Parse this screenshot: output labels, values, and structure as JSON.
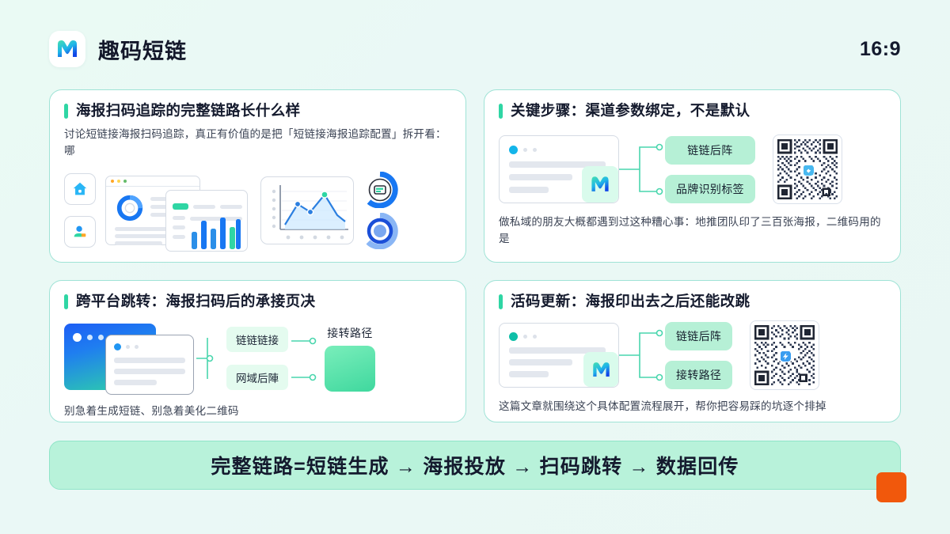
{
  "header": {
    "brand": "趣码短链",
    "ratio": "16:9",
    "logo_icon": "m-logo-icon"
  },
  "cards": [
    {
      "id": "card-link-path",
      "title": "海报扫码追踪的完整链路长什么样",
      "subtitle": "讨论短链接海报扫码追踪，真正有价值的是把「短链接海报追踪配置」拆开看：哪",
      "illustration": "dashboard-charts-illustration"
    },
    {
      "id": "card-key-steps",
      "title": "关键步骤：渠道参数绑定，不是默认",
      "chips": [
        "链链后阵",
        "品牌识别标签"
      ],
      "footer": "做私域的朋友大概都遇到过这种糟心事：地推团队印了三百张海报，二维码用的是",
      "illustration": "browser-card-qr-illustration"
    },
    {
      "id": "card-cross-platform",
      "title": "跨平台跳转：海报扫码后的承接页决",
      "chips": [
        "链链链接",
        "网域后陣"
      ],
      "result_label": "接转路径",
      "footer": "别急着生成短链、别急着美化二维码",
      "illustration": "window-stack-illustration"
    },
    {
      "id": "card-live-code",
      "title": "活码更新：海报印出去之后还能改跳",
      "chips": [
        "链链后阵",
        "接转路径"
      ],
      "footer": "这篇文章就围绕这个具体配置流程展开，帮你把容易踩的坑逐个排掉",
      "illustration": "browser-card-qr-illustration"
    }
  ],
  "banner": {
    "text": "完整链路=短链生成 → 海报投放 → 扫码跳转 → 数据回传"
  },
  "colors": {
    "background": "#eafaf4",
    "accent_green": "#2fd6a4",
    "chip_green": "#b6f0d6",
    "banner_green": "#b8f2da",
    "card_border": "#9fe3d6",
    "text_dark": "#141a2e",
    "orange": "#f1580c",
    "blue": "#1877f2"
  }
}
